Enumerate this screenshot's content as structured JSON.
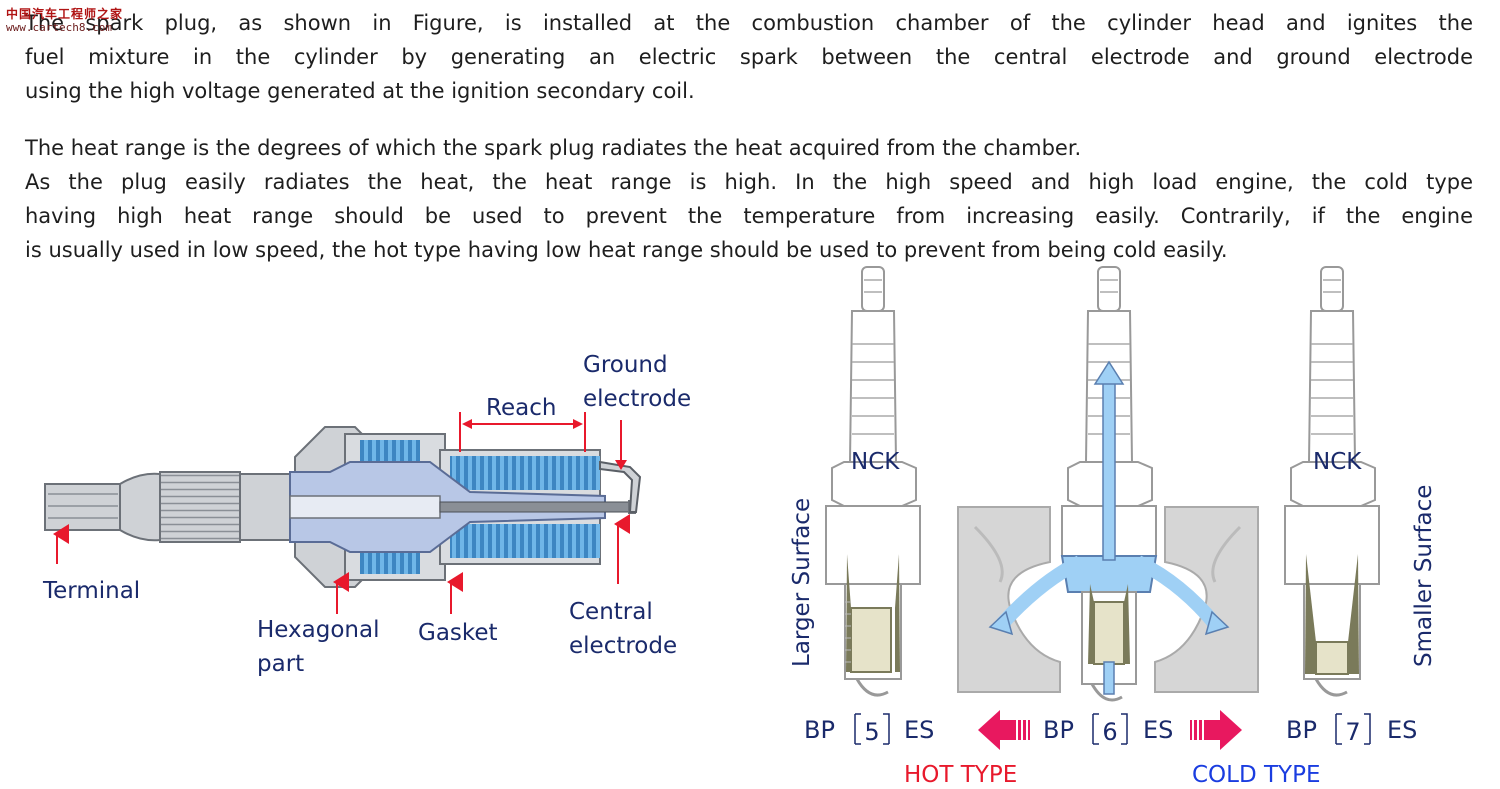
{
  "watermark": {
    "site_cn": "中国汽车工程师之家",
    "url": "www.cartech8.com"
  },
  "paragraphs": {
    "p1": [
      "The spark plug, as shown in Figure, is installed at the combustion chamber of the cylinder head and ignites the",
      "fuel mixture in the cylinder by generating an electric spark between the central electrode and ground electrode",
      "using the high voltage generated at the ignition secondary coil."
    ],
    "p2": [
      "The heat range is the degrees of which the spark plug radiates the heat acquired from the chamber.",
      "As the plug easily radiates the heat, the heat range is high. In the high speed and high load engine, the cold type",
      "having high heat range should be used to prevent the temperature from increasing easily. Contrarily, if the engine",
      "is usually used in low speed, the hot type having low heat range should be used to prevent from being cold easily."
    ]
  },
  "left_figure": {
    "terminal": "Terminal",
    "hexagonal_1": "Hexagonal",
    "hexagonal_2": "part",
    "gasket": "Gasket",
    "reach": "Reach",
    "ground_1": "Ground",
    "ground_2": "electrode",
    "central_1": "Central",
    "central_2": "electrode"
  },
  "right_figure": {
    "brand": "NCK",
    "larger_surface": "Larger Surface",
    "smaller_surface": "Smaller Surface",
    "plugs": [
      {
        "prefix": "BP",
        "number": "5",
        "suffix": "ES"
      },
      {
        "prefix": "BP",
        "number": "6",
        "suffix": "ES"
      },
      {
        "prefix": "BP",
        "number": "7",
        "suffix": "ES"
      }
    ],
    "hot_type": "HOT TYPE",
    "cold_type": "COLD TYPE"
  },
  "colors": {
    "label_navy": "#1a2a6b",
    "arrow_red": "#e8192c",
    "hot_pink": "#e8185f",
    "cold_blue": "#1a3de0",
    "ceramic_blue": "#6fb6e8",
    "heat_flow_blue": "#9fd0f5",
    "insulator_cream": "#e6e3c9",
    "body_grey": "#cfd2d6"
  }
}
